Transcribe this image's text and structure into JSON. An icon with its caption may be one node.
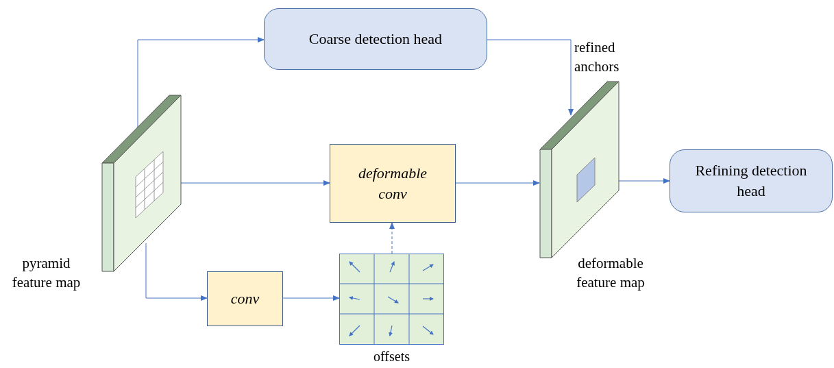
{
  "diagram": {
    "nodes": [
      {
        "text": [
          "pyramid feature map"
        ]
      },
      {
        "text": [
          "Coarse detection head"
        ]
      },
      {
        "text": [
          "deformable conv"
        ]
      },
      {
        "text": [
          "conv"
        ]
      },
      {
        "text": [
          "offsets"
        ]
      },
      {
        "text": [
          "deformable feature map"
        ]
      },
      {
        "text": [
          "Refining detection head"
        ]
      }
    ],
    "edges": [
      {
        "from": 0,
        "to": 1,
        "arrow": "to"
      },
      {
        "from": 1,
        "to": 5,
        "arrow": "to",
        "label": "refined anchors"
      },
      {
        "from": 0,
        "to": 2,
        "arrow": "to"
      },
      {
        "from": 2,
        "to": 5,
        "arrow": "to"
      },
      {
        "from": 5,
        "to": 6,
        "arrow": "to"
      },
      {
        "from": 0,
        "to": 3,
        "arrow": "to"
      },
      {
        "from": 3,
        "to": 4,
        "arrow": "to"
      },
      {
        "from": 4,
        "to": 2,
        "arrow": "to",
        "style": "dashed"
      }
    ]
  }
}
